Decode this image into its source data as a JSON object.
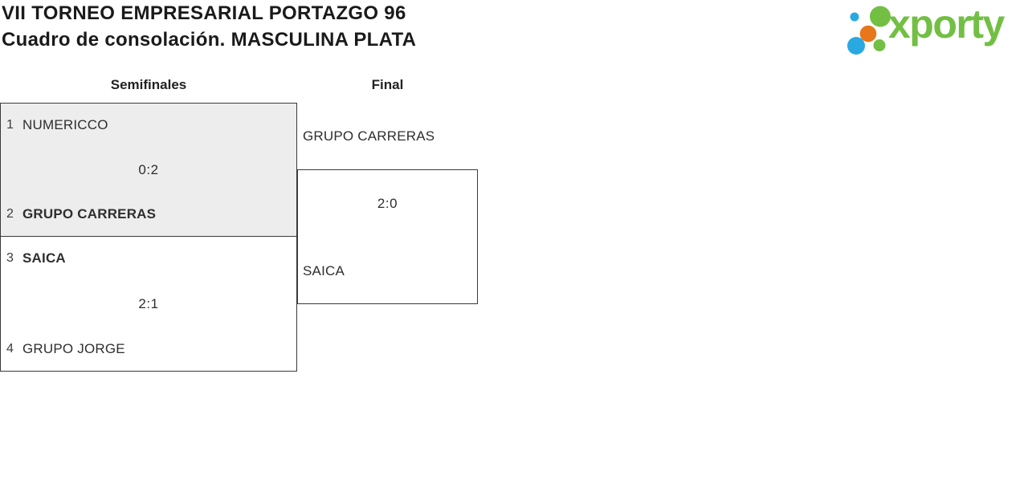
{
  "header": {
    "title_line1": "VII TORNEO EMPRESARIAL PORTAZGO 96",
    "title_line2": "Cuadro de consolación. MASCULINA PLATA"
  },
  "logo": {
    "wordmark": "xporty",
    "dot_colors": {
      "blue": "#29A9E1",
      "green": "#72BF44",
      "orange": "#E8761B"
    }
  },
  "rounds": [
    {
      "label": "Semifinales",
      "matches": [
        {
          "team1": {
            "seed": "1",
            "name": "NUMERICCO",
            "winner": false
          },
          "score": "0:2",
          "team2": {
            "seed": "2",
            "name": "GRUPO CARRERAS",
            "winner": true
          }
        },
        {
          "team1": {
            "seed": "3",
            "name": "SAICA",
            "winner": true
          },
          "score": "2:1",
          "team2": {
            "seed": "4",
            "name": "GRUPO JORGE",
            "winner": false
          }
        }
      ]
    },
    {
      "label": "Final",
      "matches": [
        {
          "team1": {
            "name": "GRUPO CARRERAS"
          },
          "score": "2:0",
          "team2": {
            "name": "SAICA"
          }
        }
      ]
    }
  ],
  "colors": {
    "brand_green": "#72BF44",
    "brand_blue": "#29A9E1",
    "brand_orange": "#E8761B",
    "box_border": "#3a3a3a",
    "box_shade": "#ededed",
    "text": "#2e2e2e"
  }
}
